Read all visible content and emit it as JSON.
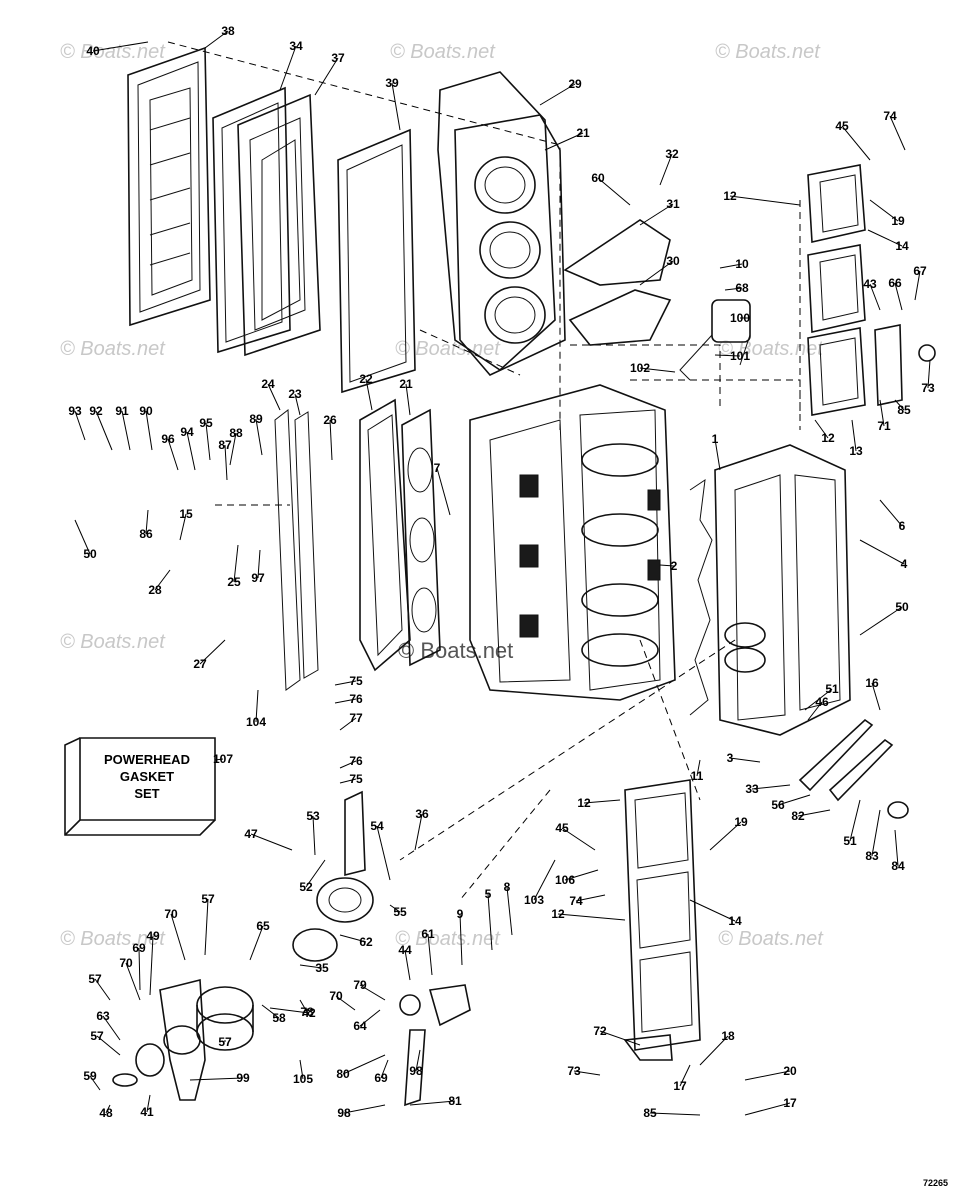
{
  "diagram_code": "72265",
  "watermark": "© Boats.net",
  "gasket_set_label": [
    "POWERHEAD",
    "GASKET",
    "SET"
  ],
  "gasket_set_number": "107",
  "callouts": [
    {
      "n": "40"
    },
    {
      "n": "38"
    },
    {
      "n": "34"
    },
    {
      "n": "37"
    },
    {
      "n": "39"
    },
    {
      "n": "29"
    },
    {
      "n": "21"
    },
    {
      "n": "32"
    },
    {
      "n": "60"
    },
    {
      "n": "31"
    },
    {
      "n": "30"
    },
    {
      "n": "74"
    },
    {
      "n": "45"
    },
    {
      "n": "12"
    },
    {
      "n": "19"
    },
    {
      "n": "14"
    },
    {
      "n": "10"
    },
    {
      "n": "68"
    },
    {
      "n": "43"
    },
    {
      "n": "66"
    },
    {
      "n": "67"
    },
    {
      "n": "100"
    },
    {
      "n": "101"
    },
    {
      "n": "102"
    },
    {
      "n": "73"
    },
    {
      "n": "85"
    },
    {
      "n": "71"
    },
    {
      "n": "12"
    },
    {
      "n": "13"
    },
    {
      "n": "93"
    },
    {
      "n": "92"
    },
    {
      "n": "91"
    },
    {
      "n": "90"
    },
    {
      "n": "96"
    },
    {
      "n": "94"
    },
    {
      "n": "95"
    },
    {
      "n": "88"
    },
    {
      "n": "89"
    },
    {
      "n": "87"
    },
    {
      "n": "24"
    },
    {
      "n": "23"
    },
    {
      "n": "22"
    },
    {
      "n": "21"
    },
    {
      "n": "26"
    },
    {
      "n": "7"
    },
    {
      "n": "1"
    },
    {
      "n": "6"
    },
    {
      "n": "86"
    },
    {
      "n": "50"
    },
    {
      "n": "15"
    },
    {
      "n": "28"
    },
    {
      "n": "25"
    },
    {
      "n": "97"
    },
    {
      "n": "27"
    },
    {
      "n": "104"
    },
    {
      "n": "2"
    },
    {
      "n": "4"
    },
    {
      "n": "50"
    },
    {
      "n": "75"
    },
    {
      "n": "76"
    },
    {
      "n": "77"
    },
    {
      "n": "76"
    },
    {
      "n": "75"
    },
    {
      "n": "51"
    },
    {
      "n": "16"
    },
    {
      "n": "46"
    },
    {
      "n": "3"
    },
    {
      "n": "11"
    },
    {
      "n": "33"
    },
    {
      "n": "56"
    },
    {
      "n": "82"
    },
    {
      "n": "51"
    },
    {
      "n": "83"
    },
    {
      "n": "84"
    },
    {
      "n": "107"
    },
    {
      "n": "36"
    },
    {
      "n": "53"
    },
    {
      "n": "47"
    },
    {
      "n": "54"
    },
    {
      "n": "52"
    },
    {
      "n": "55"
    },
    {
      "n": "12"
    },
    {
      "n": "45"
    },
    {
      "n": "19"
    },
    {
      "n": "103"
    },
    {
      "n": "106"
    },
    {
      "n": "74"
    },
    {
      "n": "8"
    },
    {
      "n": "5"
    },
    {
      "n": "9"
    },
    {
      "n": "12"
    },
    {
      "n": "14"
    },
    {
      "n": "57"
    },
    {
      "n": "70"
    },
    {
      "n": "65"
    },
    {
      "n": "62"
    },
    {
      "n": "35"
    },
    {
      "n": "49"
    },
    {
      "n": "69"
    },
    {
      "n": "70"
    },
    {
      "n": "57"
    },
    {
      "n": "58"
    },
    {
      "n": "42"
    },
    {
      "n": "44"
    },
    {
      "n": "61"
    },
    {
      "n": "63"
    },
    {
      "n": "57"
    },
    {
      "n": "70"
    },
    {
      "n": "79"
    },
    {
      "n": "78"
    },
    {
      "n": "64"
    },
    {
      "n": "57"
    },
    {
      "n": "99"
    },
    {
      "n": "59"
    },
    {
      "n": "105"
    },
    {
      "n": "80"
    },
    {
      "n": "69"
    },
    {
      "n": "98"
    },
    {
      "n": "48"
    },
    {
      "n": "41"
    },
    {
      "n": "98"
    },
    {
      "n": "81"
    },
    {
      "n": "72"
    },
    {
      "n": "73"
    },
    {
      "n": "18"
    },
    {
      "n": "17"
    },
    {
      "n": "20"
    },
    {
      "n": "85"
    },
    {
      "n": "17"
    }
  ]
}
